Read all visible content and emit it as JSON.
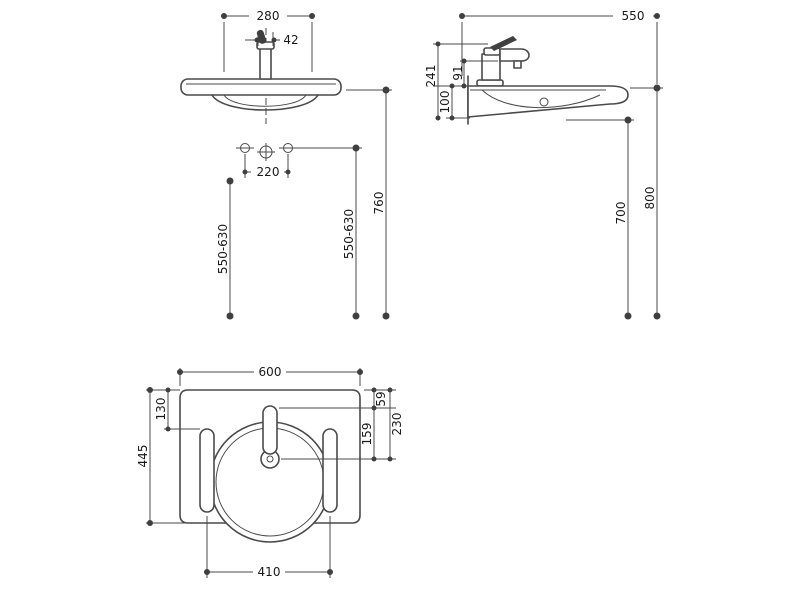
{
  "meta": {
    "background": "#ffffff",
    "line_color": "#4a4a4a",
    "text_color": "#1a1a1a",
    "title": "Washbasin dimensional drawing"
  },
  "drawing": {
    "views": {
      "front": {
        "d280": "280",
        "d42": "42",
        "d220": "220",
        "d550_630_left": "550-630",
        "d550_630_right": "550-630",
        "d760": "760"
      },
      "side": {
        "d550": "550",
        "d241": "241",
        "d100": "100",
        "d91": "91",
        "d700": "700",
        "d800": "800"
      },
      "plan": {
        "d600": "600",
        "d59": "59",
        "d130": "130",
        "d159": "159",
        "d230": "230",
        "d445": "445",
        "d410": "410"
      }
    }
  }
}
